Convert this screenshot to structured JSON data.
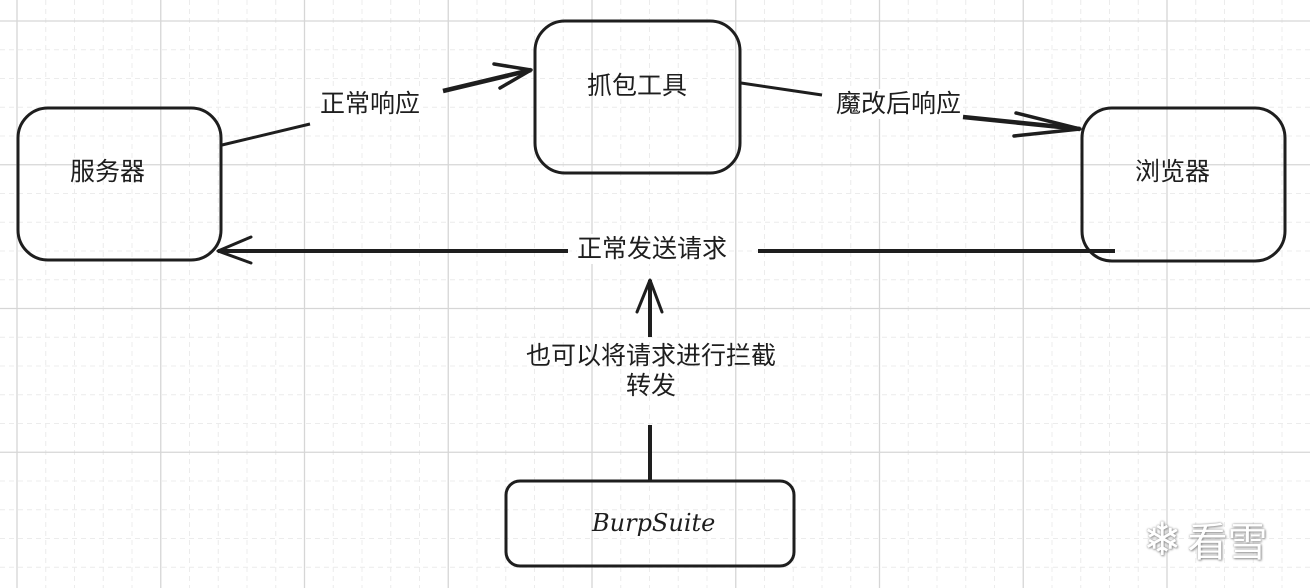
{
  "diagram": {
    "nodes": [
      {
        "id": "server",
        "label": "服务器"
      },
      {
        "id": "proxy",
        "label": "抓包工具"
      },
      {
        "id": "browser",
        "label": "浏览器"
      },
      {
        "id": "burp",
        "label": "BurpSuite"
      }
    ],
    "edges": [
      {
        "from": "server",
        "to": "proxy",
        "label": "正常响应"
      },
      {
        "from": "proxy",
        "to": "browser",
        "label": "魔改后响应"
      },
      {
        "from": "browser",
        "to": "server",
        "label": "正常发送请求"
      },
      {
        "from": "burp",
        "to": "request-edge",
        "label": "也可以将请求进行拦截\n转发"
      }
    ],
    "intercept_label_line1": "也可以将请求进行拦截",
    "intercept_label_line2": "转发"
  },
  "watermark": {
    "icon": "snowflake-icon",
    "text": "看雪"
  },
  "colors": {
    "stroke": "#1e1e1e",
    "grid_major": "#d6d6d6",
    "grid_minor": "#ececec",
    "background": "#ffffff"
  }
}
